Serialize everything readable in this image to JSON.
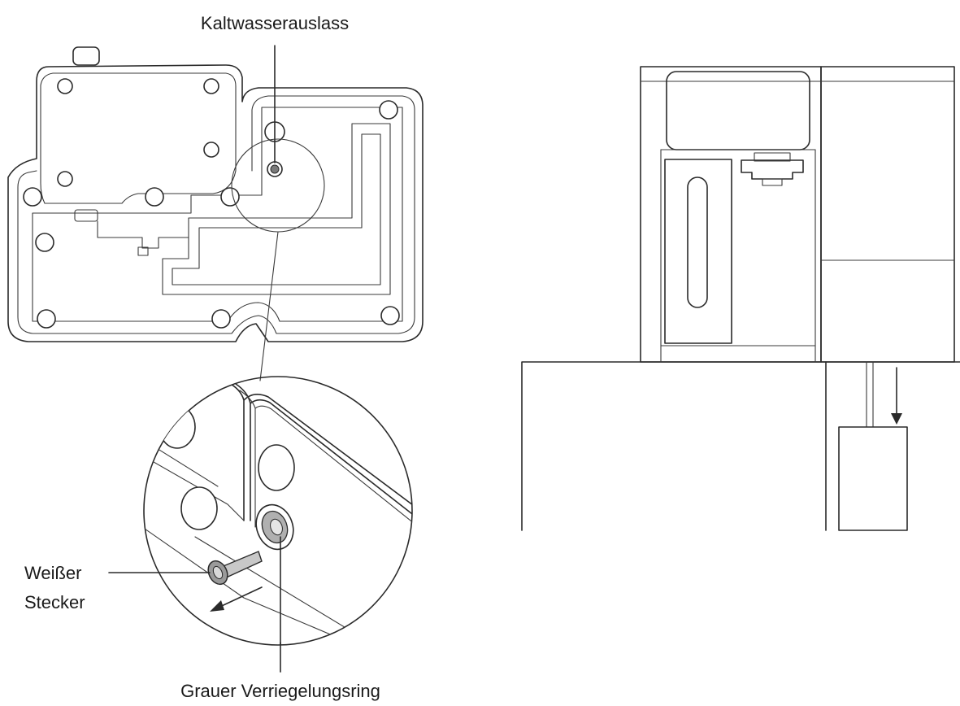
{
  "labels": {
    "cold_water_outlet": "Kaltwasserauslass",
    "white_plug_line1": "Weißer",
    "white_plug_line2": "Stecker",
    "grey_locking_ring": "Grauer Verriegelungsring"
  },
  "colors": {
    "line": "#2a2a2a",
    "background": "#ffffff",
    "plug": "#9a9a9a",
    "ring": "#7a7a7a"
  }
}
